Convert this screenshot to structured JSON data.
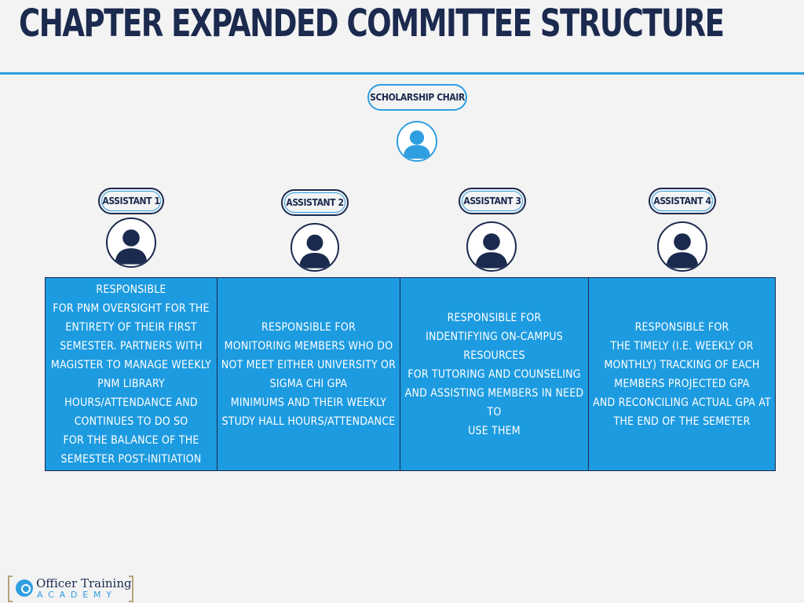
{
  "title": "CHAPTER EXPANDED COMMITTEE STRUCTURE",
  "chair": {
    "label": "SCHOLARSHIP CHAIR"
  },
  "assistants": [
    {
      "label": "ASSISTANT 1"
    },
    {
      "label": "ASSISTANT 2"
    },
    {
      "label": "ASSISTANT 3"
    },
    {
      "label": "ASSISTANT 4"
    }
  ],
  "responsibilities": [
    "RESPONSIBLE\nFOR PNM OVERSIGHT FOR THE\nENTIRETY OF THEIR FIRST\nSEMESTER. PARTNERS WITH\nMAGISTER TO MANAGE WEEKLY\nPNM LIBRARY\nHOURS/ATTENDANCE AND\nCONTINUES TO DO SO\nFOR THE BALANCE OF THE\nSEMESTER POST-INITIATION",
    "RESPONSIBLE FOR\nMONITORING MEMBERS WHO DO\nNOT MEET EITHER UNIVERSITY OR\nSIGMA CHI GPA\nMINIMUMS AND THEIR WEEKLY\nSTUDY HALL HOURS/ATTENDANCE",
    "RESPONSIBLE FOR\nINDENTIFYING      ON-CAMPUS\nRESOURCES\nFOR TUTORING AND COUNSELING\nAND ASSISTING MEMBERS IN NEED TO\nUSE THEM",
    "RESPONSIBLE FOR\nTHE TIMELY (I.E. WEEKLY OR\nMONTHLY) TRACKING OF EACH\nMEMBERS PROJECTED GPA\nAND RECONCILING ACTUAL GPA AT\nTHE END OF THE SEMETER"
  ],
  "logo": {
    "line1": "Officer Training",
    "line2": "ACADEMY"
  },
  "colors": {
    "navy": "#1b2a4e",
    "accent": "#2f9ee0",
    "cell": "#1d9be0",
    "background": "#f3f3f4"
  }
}
